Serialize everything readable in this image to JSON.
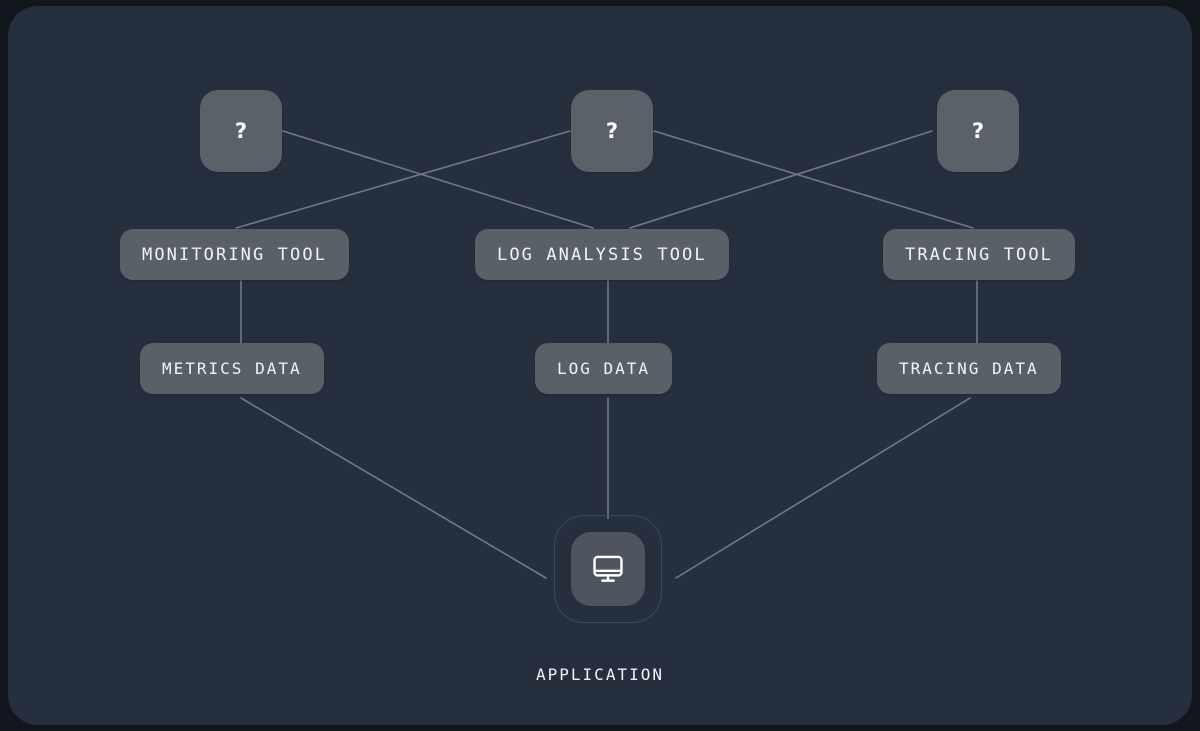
{
  "diagram": {
    "title": "Observability tooling diagram",
    "background_color": "#262f3d",
    "node_fill_color": "#5a6068",
    "edge_color": "#7d8792",
    "text_color": "#f2f4f6",
    "unknown_nodes": [
      {
        "id": "q1",
        "label": "?"
      },
      {
        "id": "q2",
        "label": "?"
      },
      {
        "id": "q3",
        "label": "?"
      }
    ],
    "tool_nodes": [
      {
        "id": "monitoring-tool",
        "label": "MONITORING TOOL"
      },
      {
        "id": "log-analysis-tool",
        "label": "LOG ANALYSIS TOOL"
      },
      {
        "id": "tracing-tool",
        "label": "TRACING TOOL"
      }
    ],
    "data_nodes": [
      {
        "id": "metrics-data",
        "label": "METRICS DATA"
      },
      {
        "id": "log-data",
        "label": "LOG DATA"
      },
      {
        "id": "tracing-data",
        "label": "TRACING DATA"
      }
    ],
    "application": {
      "id": "application",
      "label": "APPLICATION",
      "icon": "monitor-icon"
    }
  }
}
